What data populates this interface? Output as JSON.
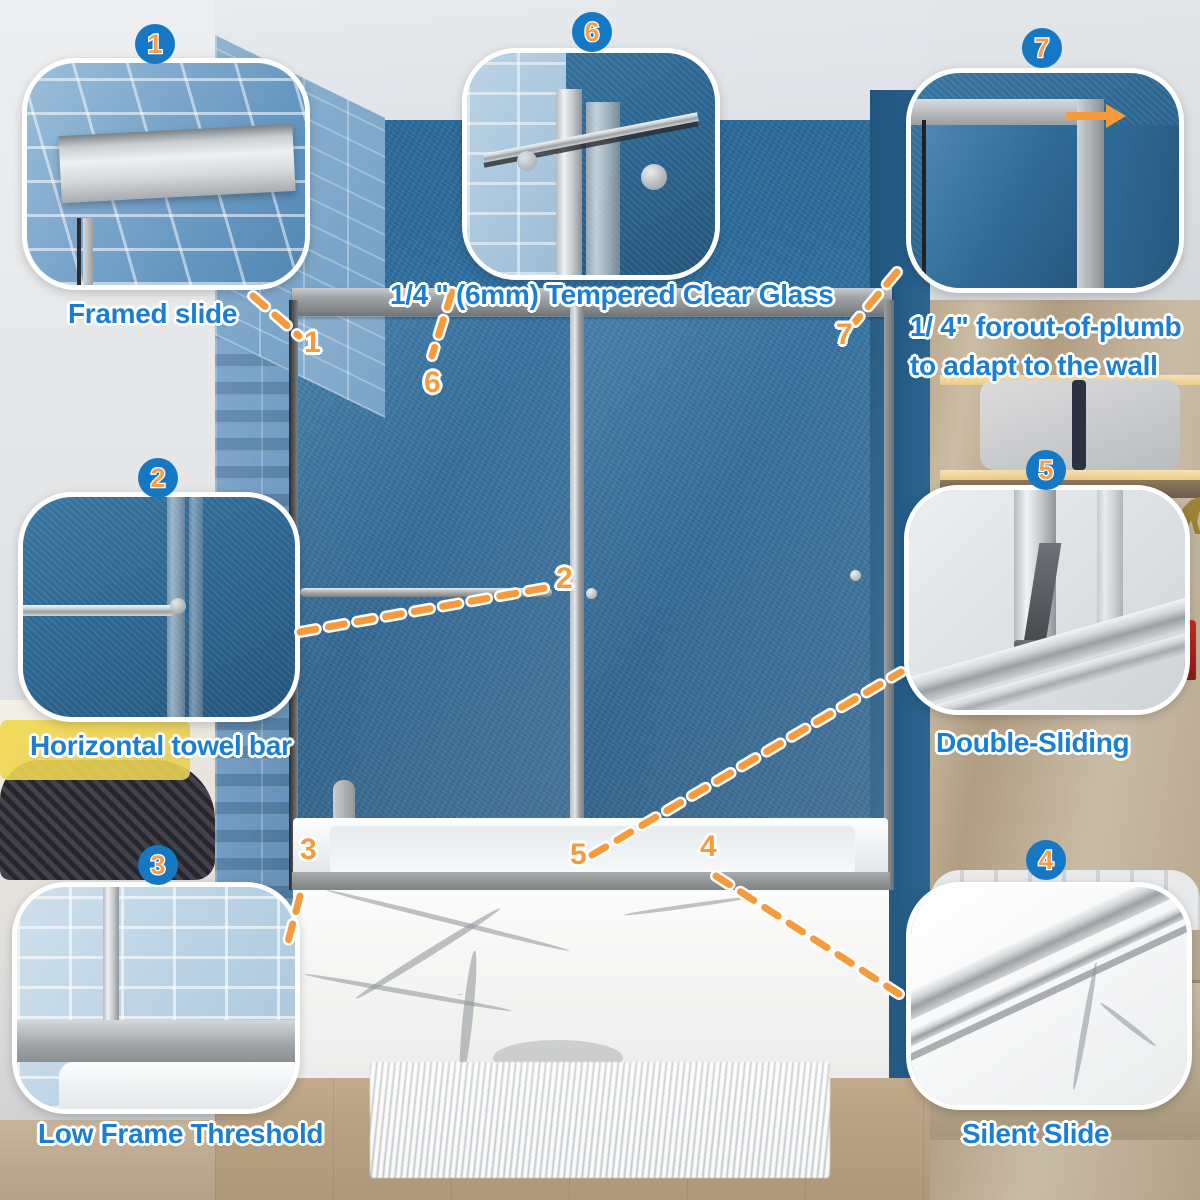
{
  "product": {
    "type": "framed double sliding tub shower door",
    "scene_description": "Bathroom with blue textured wall, mosaic tile wall, white bathtub with marble front panel, wood floor and grey shag rug"
  },
  "features": [
    {
      "number": "1",
      "caption": "Framed slide",
      "icon": "framed-header-rail-photo"
    },
    {
      "number": "2",
      "caption": "Horizontal towel bar",
      "icon": "towel-bar-photo"
    },
    {
      "number": "3",
      "caption": "Low Frame Threshold",
      "icon": "low-threshold-photo"
    },
    {
      "number": "4",
      "caption": "Silent Slide",
      "icon": "bottom-track-photo"
    },
    {
      "number": "5",
      "caption": "Double-Sliding",
      "icon": "seal-strip-photo"
    },
    {
      "number": "6",
      "caption": "1/4 \" (6mm) Tempered Clear Glass",
      "icon": "glass-edge-photo"
    },
    {
      "number": "7",
      "caption_line1": "1/ 4\" forout-of-plumb",
      "caption_line2": "to adapt to the wall",
      "icon": "wall-adjust-photo"
    }
  ],
  "markers": [
    {
      "number": "1"
    },
    {
      "number": "2"
    },
    {
      "number": "3"
    },
    {
      "number": "4"
    },
    {
      "number": "5"
    },
    {
      "number": "6"
    },
    {
      "number": "7"
    }
  ],
  "colors": {
    "badge_circle": "#1578c4",
    "badge_number": "#f3a04c",
    "caption_text": "#1a7fd4",
    "caption_outline": "#ffffff",
    "leader_line": "#f79a3c",
    "wall_blue": "#2d6e9f",
    "tile_blue": "#6d9ac2",
    "frame_metal": "#9fa3a5"
  }
}
